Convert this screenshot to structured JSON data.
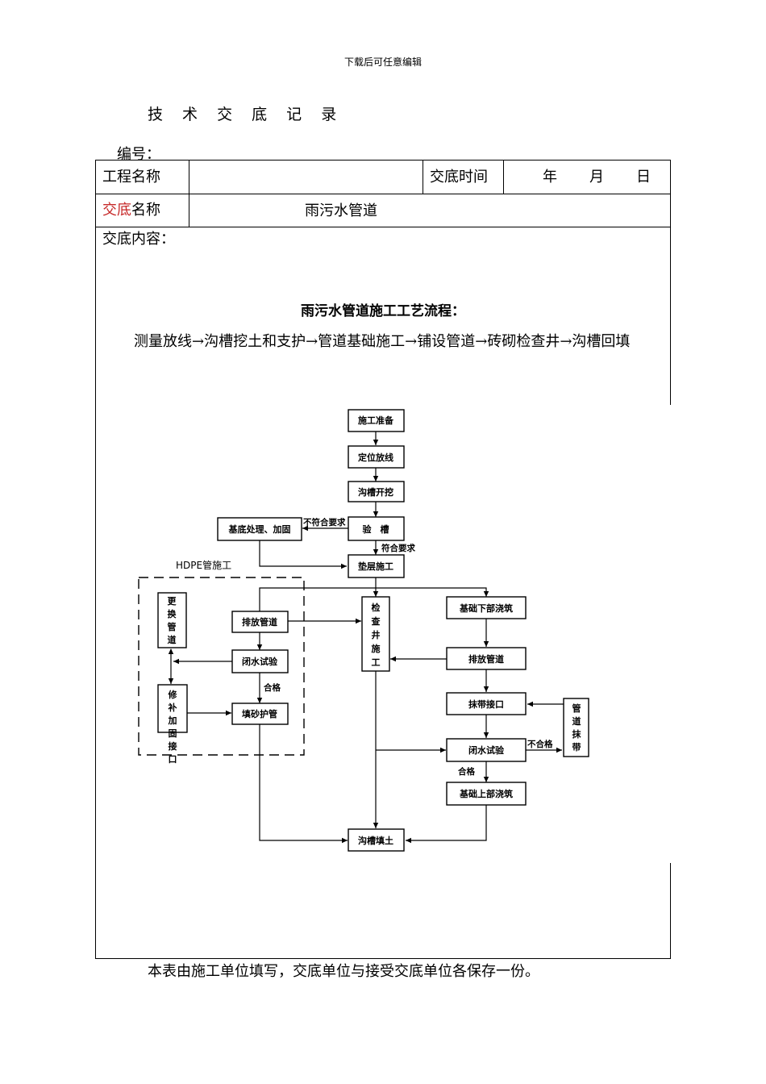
{
  "header_note": "下载后可任意编辑",
  "title": "技 术 交 底 记 录",
  "serial_label": "编号：",
  "table": {
    "project_name_label": "工程名称",
    "project_name_value": "",
    "handover_time_label": "交底时间",
    "year": "年",
    "month": "月",
    "day": "日",
    "topic_label_red": "交底",
    "topic_label_rest": "名称",
    "topic_value": "雨污水管道",
    "content_label": "交底内容："
  },
  "flow": {
    "title": "雨污水管道施工工艺流程：",
    "text": "测量放线→沟槽挖土和支护→管道基础施工→铺设管道→砖砌检查井→沟槽回填"
  },
  "chart": {
    "prep": "施工准备",
    "setout": "定位放线",
    "excavate": "沟槽开挖",
    "inspect": "验　槽",
    "base_treat": "基底处理、加固",
    "not_meet": "不符合要求",
    "meet": "符合要求",
    "cushion": "垫层施工",
    "hdpe": "HDPE管施工",
    "replace": "更换管道",
    "place_pipe_left": "排放管道",
    "closed_water_left": "闭水试验",
    "qualified_left": "合格",
    "repair": "修补加固接口",
    "sand_protect": "填砂护管",
    "well": "检查井施工",
    "found_lower": "基础下部浇筑",
    "place_pipe_right": "排放管道",
    "band_joint": "抹带接口",
    "pipe_band": "管道抹带",
    "closed_water_right": "闭水试验",
    "not_qualified": "不合格",
    "qualified_right": "合格",
    "found_upper": "基础上部浇筑",
    "backfill": "沟槽填土"
  },
  "footer_note": "本表由施工单位填写，交底单位与接受交底单位各保存一份。"
}
